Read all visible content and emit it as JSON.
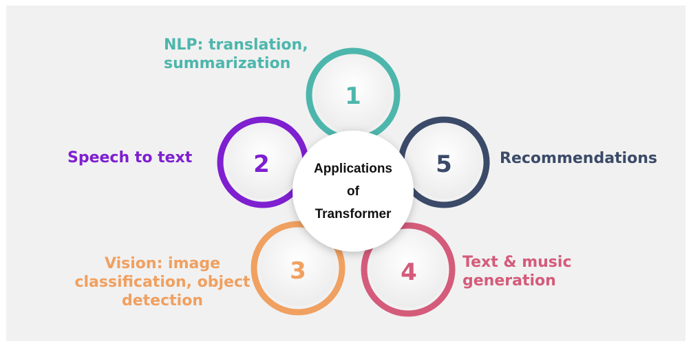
{
  "center": {
    "line1": "Applications",
    "line2": "of",
    "line3": "Transformer"
  },
  "items": [
    {
      "number": "1",
      "label": "NLP: translation,\nsummarization",
      "color": "#4db6ac"
    },
    {
      "number": "2",
      "label": "Speech to text",
      "color": "#7e1fd0"
    },
    {
      "number": "3",
      "label": "Vision: image\nclassification, object\ndetection",
      "color": "#f0a060"
    },
    {
      "number": "4",
      "label": "Text & music\ngeneration",
      "color": "#d45b7a"
    },
    {
      "number": "5",
      "label": "Recommendations",
      "color": "#3b4a68"
    }
  ],
  "colors": {
    "panel": "#f1f1f1",
    "center_text": "#111111"
  }
}
